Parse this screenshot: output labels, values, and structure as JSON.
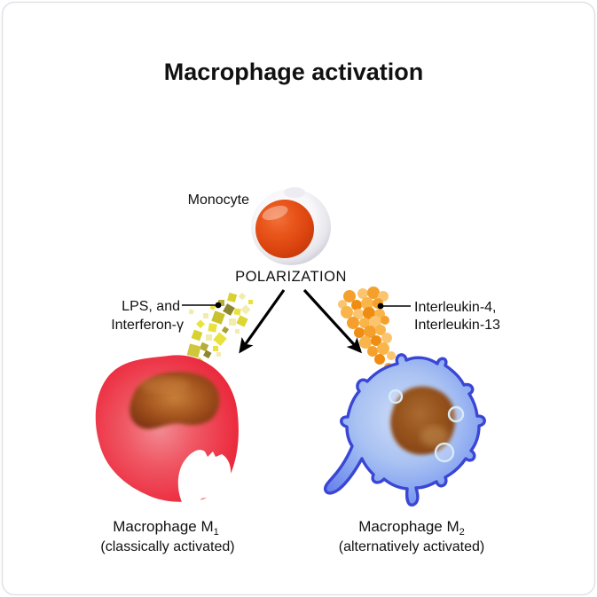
{
  "title": "Macrophage activation",
  "monocyte": {
    "label": "Monocyte",
    "process_label": "POLARIZATION"
  },
  "m1_pathway": {
    "stimulus_line1": "LPS, and",
    "stimulus_line2": "Interferon-γ",
    "cell_name": "Macrophage M",
    "cell_subscript": "1",
    "cell_qualifier": "(classically activated)"
  },
  "m2_pathway": {
    "stimulus_line1": "Interleukin-4,",
    "stimulus_line2": "Interleukin-13",
    "cell_name": "Macrophage M",
    "cell_subscript": "2",
    "cell_qualifier": "(alternatively activated)"
  },
  "colors": {
    "m1_cell_red": "#ed3648",
    "m2_cell_blue": "#3a46d4",
    "monocyte_nucleus_orange": "#da430e",
    "lps_particle_yellow": "#ddd532",
    "interleukin_particle_orange": "#f5a02c",
    "nucleus_brown": "#8a4717",
    "frame_border": "#e2e2e8"
  }
}
